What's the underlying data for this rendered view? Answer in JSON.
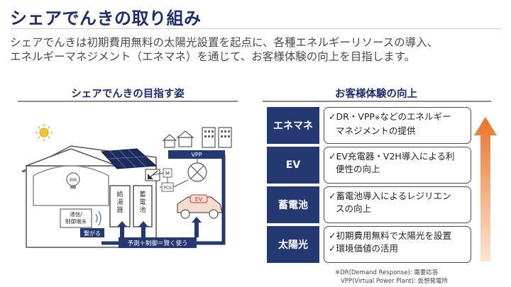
{
  "header": {
    "title": "シェアでんきの取り組み",
    "subtitle_line1": "シェアでんきは初期費用無料の太陽光設置を起点に、各種エネルギーリソースの導入、",
    "subtitle_line2": "エネルギーマネジメント（エネマネ）を通じて、お客様体験の向上を目指します。"
  },
  "left_section": {
    "title": "シェアでんきの目指す姿",
    "labels": {
      "bulb": "照明",
      "water_heater": "給湯器",
      "battery": "蓄電池",
      "comm_terminal_line1": "通信/",
      "comm_terminal_line2": "制御端末",
      "connect": "繋がる",
      "predict_control": "予測＋制御＝賢く使う",
      "vpp": "VPP",
      "ev": "EV",
      "m_box": "M",
      "pcs_box": "PCS"
    }
  },
  "right_section": {
    "title": "お客様体験の向上",
    "goals": [
      {
        "label": "エネマネ",
        "line1": "✓DR・VPP",
        "mark": "※",
        "line1_rest": "などのエネルギー",
        "line2": "マネジメントの提供"
      },
      {
        "label": "EV",
        "line1": "✓EV充電器・V2H導入による利",
        "line2": "便性の向上"
      },
      {
        "label": "蓄電池",
        "line1": "✓蓄電池導入によるレジリエン",
        "line2": "スの向上"
      },
      {
        "label": "太陽光",
        "line1": "✓初期費用無料で太陽光を設置",
        "line2": "✓環境価値の活用"
      }
    ],
    "notes": {
      "line1": "※DR(Demand Response): 需要応答",
      "line2": "VPP(Virtual Power Plant): 仮想発電所"
    }
  },
  "colors": {
    "navy": "#243872",
    "title_navy": "#1f2d6b",
    "arrow_orange": "#e8742a",
    "solar_panel": "#1c2c5c"
  }
}
